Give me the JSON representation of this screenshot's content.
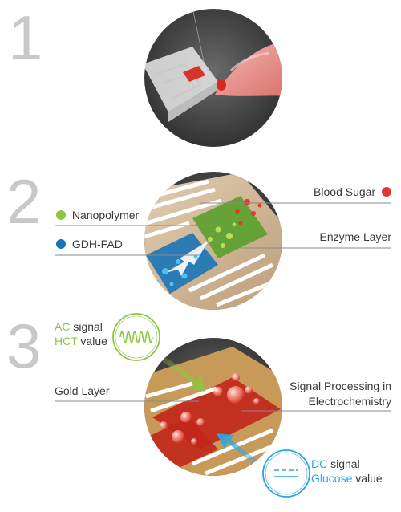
{
  "steps": [
    "1",
    "2",
    "3"
  ],
  "step2": {
    "blood_sugar": "Blood Sugar",
    "nanopolymer": "Nanopolymer",
    "gdh_fad": "GDH-FAD",
    "enzyme_layer": "Enzyme Layer"
  },
  "step3": {
    "ac_prefix": "AC",
    "ac_suffix": " signal",
    "hct_prefix": "HCT",
    "hct_suffix": " value",
    "gold_layer": "Gold Layer",
    "signal_line1": "Signal Processing in",
    "signal_line2": "Electrochemistry",
    "dc_prefix": "DC",
    "dc_suffix": " signal",
    "glucose_prefix": "Glucose",
    "glucose_suffix": " value"
  },
  "colors": {
    "accent_green": "#8cc63f",
    "accent_blue": "#2aa7df",
    "blood_red": "#e03a2f",
    "step_number": "#c8c8c8"
  }
}
